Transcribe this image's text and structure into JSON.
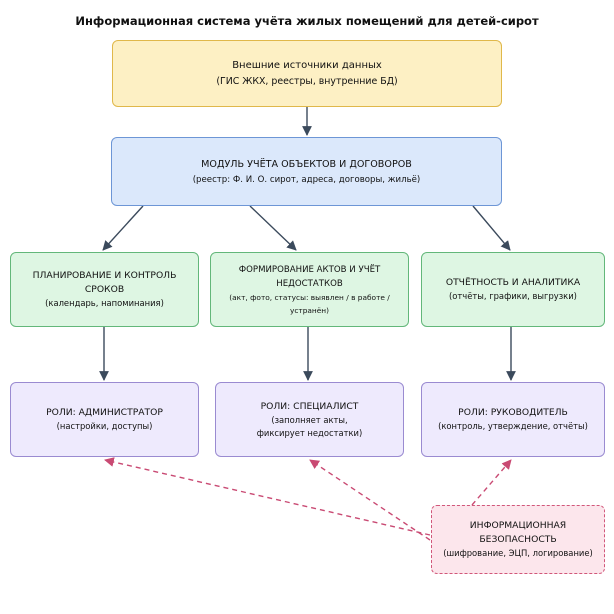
{
  "title": "Информационная система учёта жилых помещений для детей-сирот",
  "nodes": {
    "sources": {
      "line1": "Внешние источники данных",
      "line2": "(ГИС ЖКХ, реестры, внутренние БД)"
    },
    "module": {
      "line1": "МОДУЛЬ УЧЁТА ОБЪЕКТОВ И ДОГОВОРОВ",
      "line2": "(реестр: Ф. И. О. сирот, адреса, договоры, жильё)"
    },
    "planning": {
      "line1": "ПЛАНИРОВАНИЕ И КОНТРОЛЬ СРОКОВ",
      "line2": "(календарь, напоминания)"
    },
    "acts": {
      "line1": "ФОРМИРОВАНИЕ АКТОВ И УЧЁТ НЕДОСТАТКОВ",
      "line2": "(акт, фото, статусы: выявлен / в работе / устранён)"
    },
    "reports": {
      "line1": "ОТЧЁТНОСТЬ И АНАЛИТИКА",
      "line2": "(отчёты, графики, выгрузки)"
    },
    "admin": {
      "line1": "РОЛИ: АДМИНИСТРАТОР",
      "line2": "(настройки, доступы)"
    },
    "specialist": {
      "line1": "РОЛИ: СПЕЦИАЛИСТ",
      "line2": "(заполняет акты,",
      "line3": "фиксирует недостатки)"
    },
    "manager": {
      "line1": "РОЛИ: РУКОВОДИТЕЛЬ",
      "line2": "(контроль, утверждение, отчёты)"
    },
    "security": {
      "line1": "ИНФОРМАЦИОННАЯ",
      "line2": "БЕЗОПАСНОСТЬ",
      "line3": "(шифрование, ЭЦП, логирование)"
    }
  },
  "edges": [
    {
      "from": "sources",
      "to": "module",
      "style": "solid"
    },
    {
      "from": "module",
      "to": "planning",
      "style": "solid"
    },
    {
      "from": "module",
      "to": "acts",
      "style": "solid"
    },
    {
      "from": "module",
      "to": "reports",
      "style": "solid"
    },
    {
      "from": "planning",
      "to": "admin",
      "style": "solid"
    },
    {
      "from": "acts",
      "to": "specialist",
      "style": "solid"
    },
    {
      "from": "reports",
      "to": "manager",
      "style": "solid"
    },
    {
      "from": "security",
      "to": "admin",
      "style": "dashed"
    },
    {
      "from": "security",
      "to": "specialist",
      "style": "dashed"
    },
    {
      "from": "security",
      "to": "manager",
      "style": "dashed"
    }
  ],
  "colors": {
    "solid_arrow": "#3b4a5c",
    "dashed_arrow": "#c94a73"
  }
}
